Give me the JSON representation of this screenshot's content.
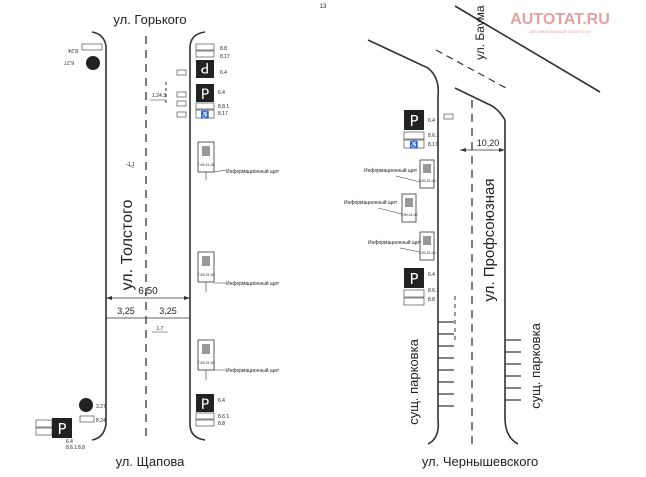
{
  "page_number": "13",
  "watermark": {
    "brand": "AUTOTAT.RU",
    "tagline": "АВТОМОБИЛЬНЫЙ ТАТАРСТАН"
  },
  "left_scheme": {
    "street_top": "ул. Горького",
    "street_bottom": "ул. Щапова",
    "street_main": "ул. Толстого",
    "road_width": "6,50",
    "lane_left": "3,25",
    "lane_right": "3,25",
    "mark_1_1": "1.1",
    "mark_1_24_3": "1.24.3",
    "mark_1_7": "1.7",
    "info_label": "Информационный щит",
    "sign_codes_top": [
      "8.8",
      "6.4",
      "8.17"
    ],
    "sign_codes_mid": [
      "6.4",
      "8.8.1",
      "8.17"
    ],
    "sign_codes_right_bottom": [
      "6.4",
      "8.6.1",
      "8.8"
    ],
    "sign_codes_left_bottom": [
      "6.4",
      "8.6.1",
      "8.8"
    ],
    "sign_codes_left_top": [
      "6.27",
      "8.24"
    ],
    "sign_codes_left_bottom_circle": [
      "3.27",
      "8.24"
    ],
    "info_board_text": "7-99-21-00"
  },
  "right_scheme": {
    "street_top": "ул. Баума",
    "street_bottom": "ул. Чернышевского",
    "street_main": "ул. Профсоюзная",
    "road_width": "10,20",
    "parking_left": "сущ. парковка",
    "parking_right": "сущ. парковка",
    "info_label": "Информационный щит",
    "sign_codes_parking": [
      "6.4",
      "8.6.1",
      "8.8"
    ],
    "sign_codes_parking_top": [
      "6.4",
      "8.6.1",
      "8.17"
    ],
    "info_board_text": "7-99-21-00"
  }
}
